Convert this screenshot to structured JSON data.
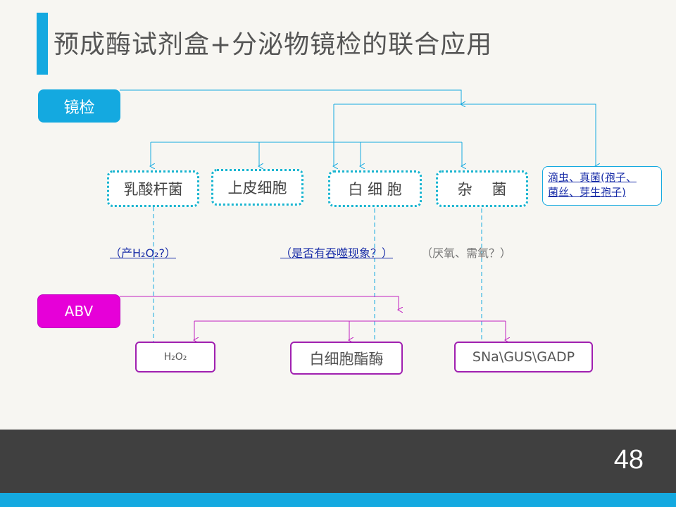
{
  "slide": {
    "title": "预成酶试剂盒+分泌物镜检的联合应用",
    "page_number": "48"
  },
  "top_group": {
    "label": "镜检",
    "items": [
      "乳酸杆菌",
      "上皮细胞",
      "白 细 胞",
      "杂　 菌"
    ],
    "fungi_line1": "滴虫、真菌(孢子、",
    "fungi_line2": "菌丝、芽生孢子)"
  },
  "notes": {
    "h2o2_question": "（产H₂O₂?）",
    "phagocytosis_question": "（是否有吞噬现象？）",
    "oxygen_question": "（厌氧、需氧？）"
  },
  "bottom_group": {
    "label": "ABV",
    "h2o2_box": "H₂O₂",
    "leukocyte_esterase": "白细胞酯酶",
    "enzymes": "SNa\\GUS\\GADP"
  },
  "colors": {
    "accent_blue": "#14a9e0",
    "magenta": "#e600d8",
    "footer_dark": "#404040"
  }
}
